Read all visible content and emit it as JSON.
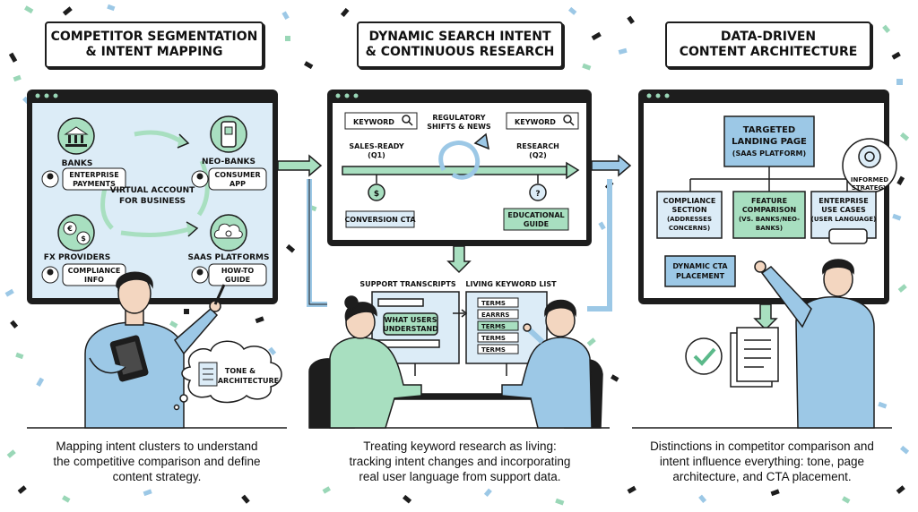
{
  "panels": [
    {
      "title_line1": "COMPETITOR SEGMENTATION",
      "title_line2": "& INTENT MAPPING",
      "caption": [
        "Mapping intent clusters to understand",
        "the competitive comparison and define",
        "content strategy."
      ],
      "center_label": [
        "VIRTUAL ACCOUNT",
        "FOR BUSINESS"
      ],
      "segments": [
        {
          "name": "BANKS",
          "tag": [
            "ENTERPRISE",
            "PAYMENTS"
          ],
          "icon": "bank-icon"
        },
        {
          "name": "NEO-BANKS",
          "tag": [
            "CONSUMER",
            "APP"
          ],
          "icon": "phone-icon"
        },
        {
          "name": "FX PROVIDERS",
          "tag": [
            "COMPLIANCE",
            "INFO"
          ],
          "icon": "currency-exchange-icon"
        },
        {
          "name": "SAAS PLATFORMS",
          "tag": [
            "HOW-TO",
            "GUIDE"
          ],
          "icon": "cloud-gear-icon"
        }
      ],
      "thought": [
        "TONE &",
        "ARCHITECTURE"
      ]
    },
    {
      "title_line1": "DYNAMIC SEARCH INTENT",
      "title_line2": "& CONTINUOUS RESEARCH",
      "caption": [
        "Treating keyword research as living:",
        "tracking intent changes and incorporating",
        "real user language from support data."
      ],
      "keyword_label": "KEYWORD",
      "shift_label": [
        "REGULATORY",
        "SHIFTS & NEWS"
      ],
      "sales_ready": [
        "SALES-READY",
        "(Q1)"
      ],
      "research": [
        "RESEARCH",
        "(Q2)"
      ],
      "conversion_cta": "CONVERSION CTA",
      "educational_guide": [
        "EDUCATIONAL",
        "GUIDE"
      ],
      "support_transcripts": "SUPPORT TRANSCRIPTS",
      "living_keyword_list": "LIVING KEYWORD LIST",
      "users_bubble": [
        "WHAT USERS",
        "UNDERSTAND"
      ],
      "terms": [
        "TERMS",
        "EARRRS",
        "TERMS",
        "TERMS",
        "TERMS"
      ]
    },
    {
      "title_line1": "DATA-DRIVEN",
      "title_line2": "CONTENT ARCHITECTURE",
      "caption": [
        "Distinctions in competitor comparison and",
        "intent influence everything: tone, page",
        "architecture, and CTA placement."
      ],
      "landing": [
        "TARGETED",
        "LANDING PAGE",
        "(SAAS PLATFORM)"
      ],
      "informed": [
        "INFORMED",
        "STRATEGY"
      ],
      "sections": [
        [
          "COMPLIANCE",
          "SECTION",
          "(ADDRESSES",
          "CONCERNS)"
        ],
        [
          "FEATURE",
          "COMPARISON",
          "(VS. BANKS/NEO-",
          "BANKS)"
        ],
        [
          "ENTERPRISE",
          "USE CASES",
          "(USER LANGUAGE)"
        ]
      ],
      "cta": [
        "DYNAMIC CTA",
        "PLACEMENT"
      ]
    }
  ],
  "colors": {
    "mint": "#d6f1e2",
    "mint_dark": "#a8dfc0",
    "sky": "#dcecf7",
    "blue": "#9cc8e6",
    "ink": "#1d1d1d"
  }
}
